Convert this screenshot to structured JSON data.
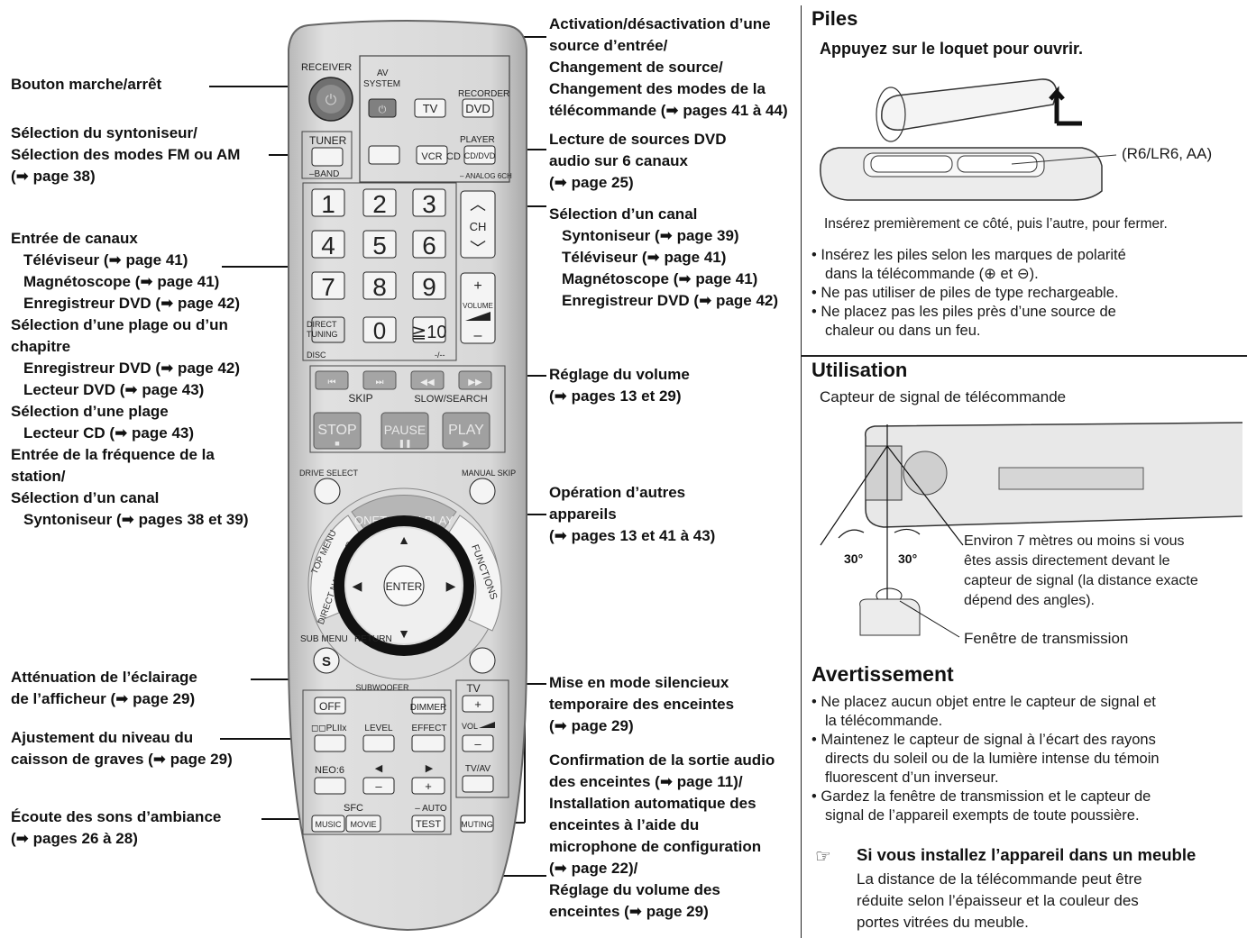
{
  "left_labels": {
    "power": [
      "Bouton marche/arrêt"
    ],
    "tuner": [
      "Sélection du syntoniseur/",
      "Sélection des modes FM ou AM",
      "(➡ page 38)"
    ],
    "channels": {
      "h1": "Entrée de canaux",
      "tv": "Téléviseur (➡ page 41)",
      "vcr": "Magnétoscope (➡ page 41)",
      "dvdrec": "Enregistreur DVD (➡ page 42)",
      "h2a": "Sélection d’une plage ou d’un",
      "h2b": "chapitre",
      "dvdrec2": "Enregistreur DVD (➡ page 42)",
      "dvdplayer": "Lecteur DVD (➡ page 43)",
      "h3": "Sélection d’une plage",
      "cd": "Lecteur CD (➡ page 43)",
      "h4a": "Entrée de la fréquence de la",
      "h4b": "station/",
      "h5": "Sélection d’un canal",
      "tuner": "Syntoniseur (➡ pages 38 et 39)"
    },
    "dimmer": [
      "Atténuation de l’éclairage",
      "de l’afficheur (➡ page 29)"
    ],
    "subwoofer": [
      "Ajustement du niveau du",
      "caisson de graves (➡ page 29)"
    ],
    "surround": [
      "Écoute des sons d’ambiance",
      "(➡ pages 26 à 28)"
    ]
  },
  "right_labels": {
    "source": [
      "Activation/désactivation d’une",
      "source d’entrée/",
      "Changement de source/",
      "Changement des modes de la",
      "télécommande (➡ pages 41 à 44)"
    ],
    "dvd_audio": [
      "Lecture de sources DVD",
      "audio sur 6 canaux",
      "(➡ page 25)"
    ],
    "channel_sel": {
      "h": "Sélection d’un canal",
      "items": [
        "Syntoniseur (➡ page 39)",
        "Téléviseur (➡ page 41)",
        "Magnétoscope (➡ page 41)",
        "Enregistreur DVD (➡ page 42)"
      ]
    },
    "volume": [
      "Réglage du volume",
      "(➡ pages 13 et 29)"
    ],
    "other": [
      "Opération d’autres",
      "appareils",
      "(➡ pages 13 et 41 à 43)"
    ],
    "muting": [
      "Mise en mode silencieux",
      "temporaire des enceintes",
      "(➡ page 29)"
    ],
    "test": [
      "Confirmation de la sortie audio",
      "des enceintes (➡ page 11)/",
      "Installation automatique des",
      "enceintes à l’aide du",
      "microphone de configuration",
      "(➡ page 22)/",
      "Réglage du volume des",
      "enceintes (➡ page 29)"
    ]
  },
  "remote": {
    "receiver": "RECEIVER",
    "av_system": [
      "AV",
      "SYSTEM"
    ],
    "recorder": "RECORDER",
    "tv": "TV",
    "dvd": "DVD",
    "tuner": "TUNER",
    "band": "–BAND",
    "player": "PLAYER",
    "vcr": "VCR",
    "cd": "CD",
    "cd_dvd": "CD/DVD",
    "analog": "– ANALOG 6CH",
    "digits": [
      "1",
      "2",
      "3",
      "4",
      "5",
      "6",
      "7",
      "8",
      "9"
    ],
    "zero": "0",
    "ge10": "≧10",
    "direct_tuning": [
      "DIRECT",
      "TUNING"
    ],
    "disc": "DISC",
    "dash": "-/--",
    "ch": "CH",
    "plus": "+",
    "minus": "–",
    "volume": "VOLUME",
    "skip": "SKIP",
    "slow_search": "SLOW/SEARCH",
    "stop": "STOP",
    "pause": "PAUSE",
    "play": "PLAY",
    "drive_select": "DRIVE SELECT",
    "manual_skip": "MANUAL SKIP",
    "onetouch": "ONETOUCH PLAY",
    "top_menu": "TOP MENU",
    "direct_navigator": "DIRECT NAVIGATOR",
    "functions": "FUNCTIONS",
    "enter": "ENTER",
    "sub_menu": "SUB MENU",
    "return": "RETURN",
    "s": "S",
    "subwoofer": "SUBWOOFER",
    "off": "OFF",
    "dimmer": "DIMMER",
    "pl2x": "◻◻PLIIx",
    "level": "LEVEL",
    "effect": "EFFECT",
    "neo6": "NEO:6",
    "sfc": "SFC",
    "music": "MUSIC",
    "movie": "MOVIE",
    "auto": "– AUTO",
    "test": "TEST",
    "muting": "MUTING",
    "tv2": "TV",
    "vol": "VOL",
    "tvav": "TV/AV"
  },
  "piles": {
    "title": "Piles",
    "sub": "Appuyez sur le loquet pour ouvrir.",
    "battery_label": "(R6/LR6, AA)",
    "caption": "Insérez premièrement ce côté, puis l’autre, pour fermer.",
    "bullets": [
      [
        "•  Insérez les piles selon les marques de polarité",
        "dans la télécommande (⊕ et ⊖)."
      ],
      [
        "• Ne pas utiliser de piles de type rechargeable."
      ],
      [
        "•  Ne placez pas les piles près d’une source de",
        "chaleur ou dans un feu."
      ]
    ]
  },
  "utilisation": {
    "title": "Utilisation",
    "sub": "Capteur de signal de télécommande",
    "angle1": "30°",
    "angle2": "30°",
    "range": [
      "Environ 7 mètres ou moins si vous",
      "êtes assis directement devant le",
      "capteur de signal (la distance exacte",
      "dépend des angles)."
    ],
    "window": "Fenêtre de transmission"
  },
  "avertissement": {
    "title": "Avertissement",
    "bullets": [
      [
        "• Ne placez aucun objet entre le capteur de signal et",
        "la télécommande."
      ],
      [
        "• Maintenez le capteur de signal à l’écart des rayons",
        "directs du soleil ou de la lumière intense du témoin",
        "fluorescent d’un inverseur."
      ],
      [
        "• Gardez la fenêtre de transmission et le capteur de",
        "signal de l’appareil exempts de toute poussière."
      ]
    ],
    "tip_title": "Si vous installez l’appareil dans un meuble",
    "tip_text": [
      "La distance de la télécommande peut être",
      "réduite selon l’épaisseur et la couleur des",
      "portes vitrées du meuble."
    ]
  },
  "colors": {
    "remote_body": "#cfcfcf",
    "button_face": "#f4f4f4",
    "button_dark": "#8a8a8a",
    "ring": "#111111"
  }
}
